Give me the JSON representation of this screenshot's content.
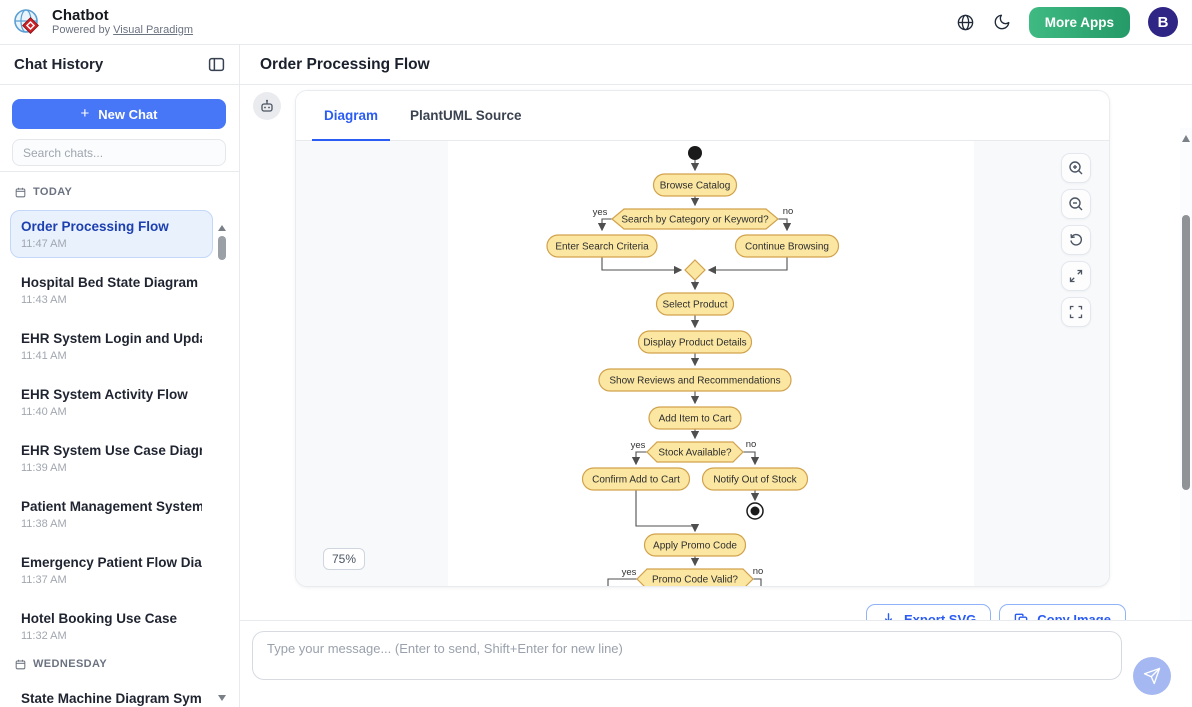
{
  "header": {
    "app_title": "Chatbot",
    "powered_by_prefix": "Powered by",
    "powered_by_link": "Visual Paradigm",
    "more_apps_label": "More Apps",
    "avatar_initial": "B"
  },
  "sidebar": {
    "title": "Chat History",
    "new_chat_label": "New Chat",
    "search_placeholder": "Search chats...",
    "sections": [
      {
        "label": "TODAY",
        "items": [
          {
            "title": "Order Processing Flow",
            "time": "11:47 AM",
            "selected": true
          },
          {
            "title": "Hospital Bed State Diagram",
            "time": "11:43 AM"
          },
          {
            "title": "EHR System Login and Upda...",
            "time": "11:41 AM"
          },
          {
            "title": "EHR System Activity Flow",
            "time": "11:40 AM"
          },
          {
            "title": "EHR System Use Case Diagram",
            "time": "11:39 AM"
          },
          {
            "title": "Patient Management System...",
            "time": "11:38 AM"
          },
          {
            "title": "Emergency Patient Flow Dia...",
            "time": "11:37 AM"
          },
          {
            "title": "Hotel Booking Use Case",
            "time": "11:32 AM"
          }
        ]
      },
      {
        "label": "WEDNESDAY",
        "items": [
          {
            "title": "State Machine Diagram Sym...",
            "time": ""
          }
        ]
      }
    ]
  },
  "main": {
    "page_title": "Order Processing Flow",
    "tabs": [
      {
        "label": "Diagram",
        "active": true
      },
      {
        "label": "PlantUML Source",
        "active": false
      }
    ],
    "zoom_level": "75%",
    "export_svg_label": "Export SVG",
    "copy_image_label": "Copy Image"
  },
  "composer": {
    "placeholder": "Type your message... (Enter to send, Shift+Enter for new line)"
  },
  "diagram": {
    "type": "plantuml-activity",
    "colors": {
      "node_fill": "#FBE7A2",
      "node_border": "#D2A24C",
      "line": "#4f4f4f"
    },
    "activities": {
      "browse": "Browse Catalog",
      "enter_search": "Enter Search Criteria",
      "continue_browsing": "Continue Browsing",
      "select_product": "Select Product",
      "display_details": "Display Product Details",
      "show_reviews": "Show Reviews and Recommendations",
      "add_to_cart": "Add Item to Cart",
      "confirm_add": "Confirm Add to Cart",
      "notify_oos": "Notify Out of Stock",
      "apply_promo": "Apply Promo Code"
    },
    "decisions": {
      "search_mode": "Search by Category or Keyword?",
      "stock": "Stock Available?",
      "promo": "Promo Code Valid?"
    },
    "labels": {
      "yes": "yes",
      "no": "no"
    }
  }
}
